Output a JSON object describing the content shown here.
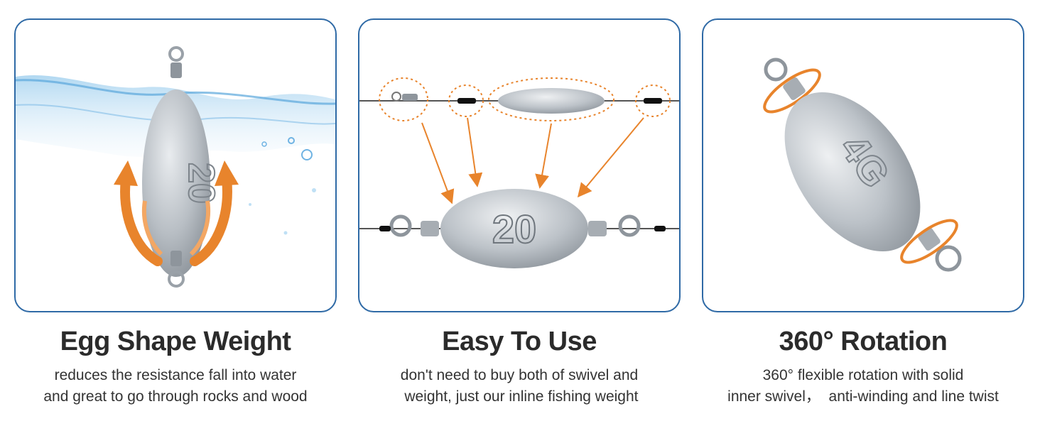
{
  "panels": [
    {
      "title": "Egg Shape Weight",
      "desc_line1": "reduces the resistance fall into water",
      "desc_line2": "and great to go through rocks and wood",
      "weight_mark": "20",
      "icon": "egg-sinker-in-water-icon"
    },
    {
      "title": "Easy To Use",
      "desc_line1": "don't need to buy both of swivel and",
      "desc_line2": " weight, just our inline fishing weight",
      "weight_mark": "20",
      "icon": "inline-rig-diagram-icon"
    },
    {
      "title": "360° Rotation",
      "desc_line1": "360° flexible rotation with solid",
      "desc_line2": "inner swivel，  anti-winding and line twist",
      "weight_mark": "4G",
      "icon": "rotating-swivel-sinker-icon"
    }
  ],
  "colors": {
    "border": "#2f6aa6",
    "accent_orange": "#e8842c",
    "title_text": "#2b2b2b",
    "water": "#8fc3e8"
  }
}
